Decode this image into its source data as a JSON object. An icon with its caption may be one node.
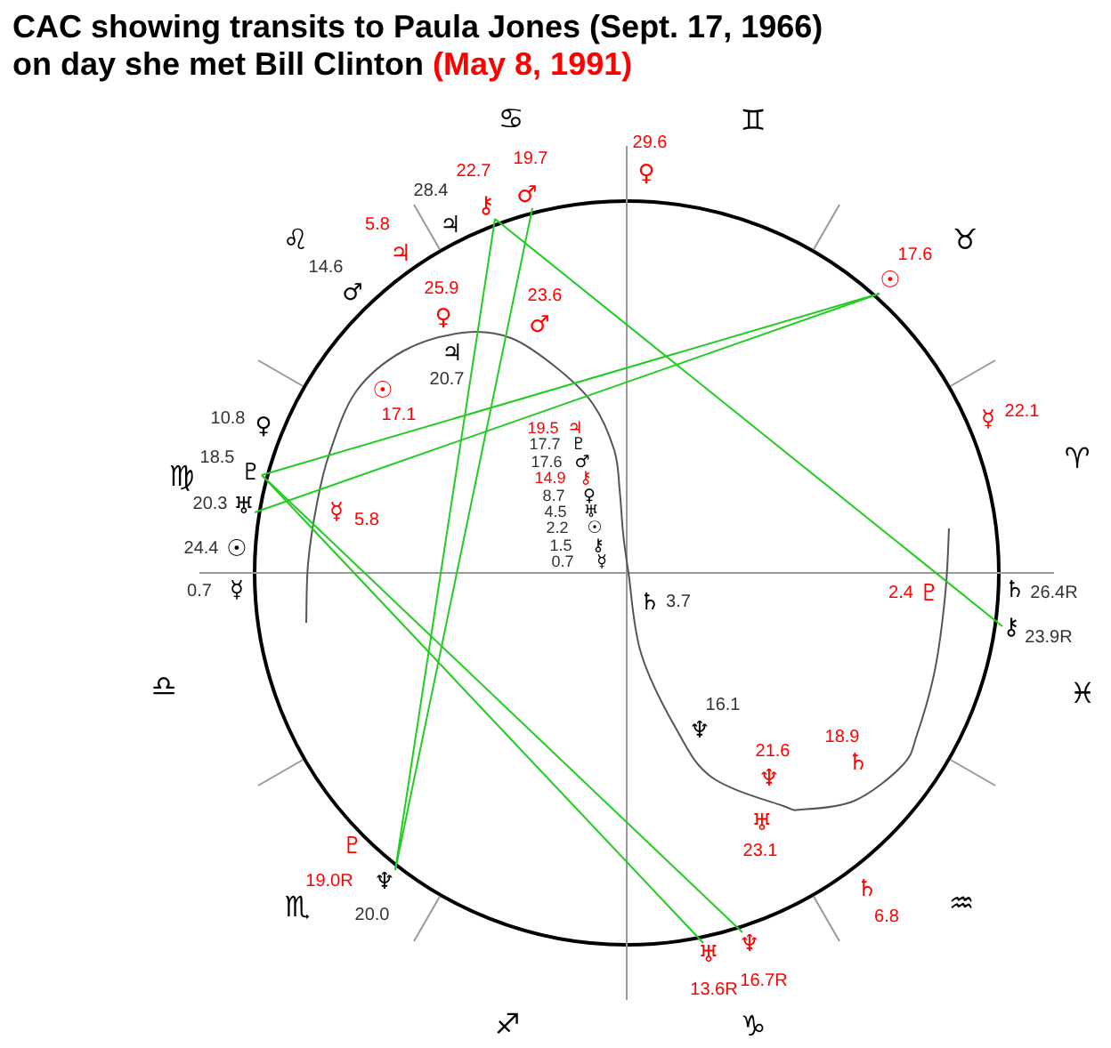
{
  "diagram": {
    "title": "CAC showing transits to Paula Jones (Sept. 17, 1966) on day she met Bill Clinton *(May 8, 1991)*",
    "nodes": [
      {
        "text": [
          "19.7",
          "♂"
        ]
      },
      {
        "text": [
          "22.7",
          "⚷"
        ]
      },
      {
        "text": [
          "17.6",
          "☉"
        ]
      },
      {
        "text": [
          "18.5",
          "♇"
        ]
      },
      {
        "text": [
          "20.3",
          "♅"
        ]
      },
      {
        "text": [
          "⚷",
          "23.9R"
        ]
      },
      {
        "text": [
          "♆",
          "20.0"
        ]
      },
      {
        "text": [
          "♅",
          "13.6R"
        ]
      },
      {
        "text": [
          "♆",
          "16.7R"
        ]
      }
    ],
    "edges": [
      {
        "from": 1,
        "to": 5,
        "arrow": "none"
      },
      {
        "from": 1,
        "to": 6,
        "arrow": "none"
      },
      {
        "from": 0,
        "to": 6,
        "arrow": "none"
      },
      {
        "from": 3,
        "to": 2,
        "arrow": "none"
      },
      {
        "from": 4,
        "to": 2,
        "arrow": "none"
      },
      {
        "from": 3,
        "to": 7,
        "arrow": "none"
      },
      {
        "from": 3,
        "to": 8,
        "arrow": "none"
      }
    ],
    "labels": [
      "♋",
      "29.6",
      "♊",
      "28.4",
      "♀",
      "♌",
      "14.6",
      "5.8",
      "♃",
      "♃",
      "♉",
      "♂",
      "25.9",
      "23.6",
      "♀",
      "♂",
      "♃",
      "☉",
      "20.7",
      "10.8",
      "♀",
      "17.1",
      "19.5",
      "♃",
      "☿",
      "22.1",
      "17.7",
      "♇",
      "♍",
      "17.6",
      "♂",
      "14.9",
      "⚷",
      "♈",
      "☿",
      "8.7",
      "♀",
      "5.8",
      "4.5",
      "♅",
      "2.2",
      "☉",
      "24.4",
      "☉",
      "1.5",
      "⚷",
      "0.7",
      "☿",
      "0.7",
      "☿",
      "♄",
      "3.7",
      "2.4",
      "♇",
      "♄",
      "26.4R",
      "♎",
      "16.1",
      "♓",
      "♆",
      "21.6",
      "18.9",
      "♆",
      "♄",
      "♇",
      "♅",
      "23.1",
      "19.0R",
      "♏",
      "♄",
      "6.8",
      "♒",
      "♐",
      "♑"
    ]
  }
}
